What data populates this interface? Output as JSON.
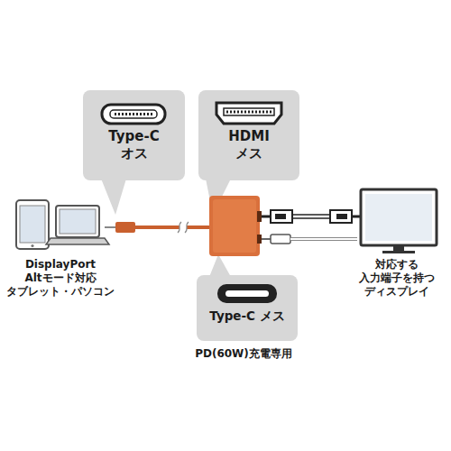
{
  "diagram": {
    "nodes": [
      {
        "text": [
          "Type-C オス"
        ]
      },
      {
        "text": [
          "HDMI メス"
        ]
      },
      {
        "text": [
          "Type-C メス"
        ]
      }
    ],
    "labels": [
      "DisplayPort Altモード対応 タブレット・パソコン",
      "対応する 入力端子を持つ ディスプレイ",
      "PD(60W)充電専用"
    ]
  }
}
